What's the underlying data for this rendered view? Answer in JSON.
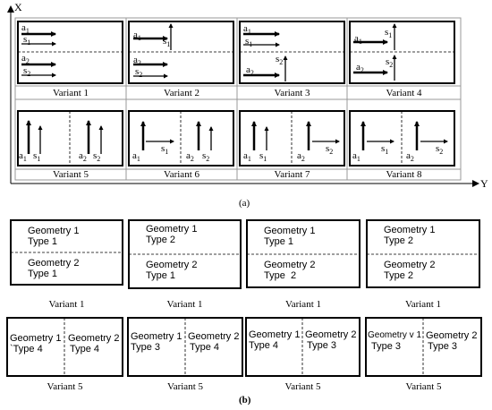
{
  "part_a": {
    "caption": "(a)",
    "x_axis_label": "X",
    "y_axis_label": "Y",
    "variant_labels": [
      "Variant 1",
      "Variant 2",
      "Variant 3",
      "Variant 4",
      "Variant 5",
      "Variant 6",
      "Variant 7",
      "Variant 8"
    ],
    "symbols": {
      "a1": "a",
      "a2": "a",
      "s1": "s",
      "s2": "s",
      "sub1": "1",
      "sub2": "2"
    }
  },
  "part_b": {
    "caption": "(b)",
    "horizontal_cells": [
      {
        "top_geo": "Geometry 1",
        "top_type": "Type 1",
        "bot_geo": "Geometry 2",
        "bot_type": "Type 1",
        "label": "Variant 1"
      },
      {
        "top_geo": "Geometry 1",
        "top_type": "Type 2",
        "bot_geo": "Geometry 2",
        "bot_type": "Type 1",
        "label": "Variant 1"
      },
      {
        "top_geo": "Geometry 1",
        "top_type": "Type 1",
        "bot_geo": "Geometry 2",
        "bot_type": "Type  2",
        "label": "Variant 1"
      },
      {
        "top_geo": "Geometry 1",
        "top_type": "Type 2",
        "bot_geo": "Geometry 2",
        "bot_type": "Type 2",
        "label": "Variant 1"
      }
    ],
    "vertical_cells": [
      {
        "left_geo": "Geometry 1",
        "left_type": "`Type 4",
        "right_geo": "Geometry 2",
        "right_type": "Type 4",
        "label": "Variant 5"
      },
      {
        "left_geo": "Geometry 1",
        "left_type": "Type 3",
        "right_geo": "Geometry 2",
        "right_type": "Type 4",
        "label": "Variant 5"
      },
      {
        "left_geo": "Geometry 1",
        "left_type": "Type 4",
        "right_geo": "Geometry 2",
        "right_type": "Type 3",
        "label": "Variant 5"
      },
      {
        "left_geo": "Geometry v 1",
        "left_type": "Type 3",
        "right_geo": "Geometry 2",
        "right_type": "Type 3",
        "label": "Variant 5"
      }
    ]
  }
}
